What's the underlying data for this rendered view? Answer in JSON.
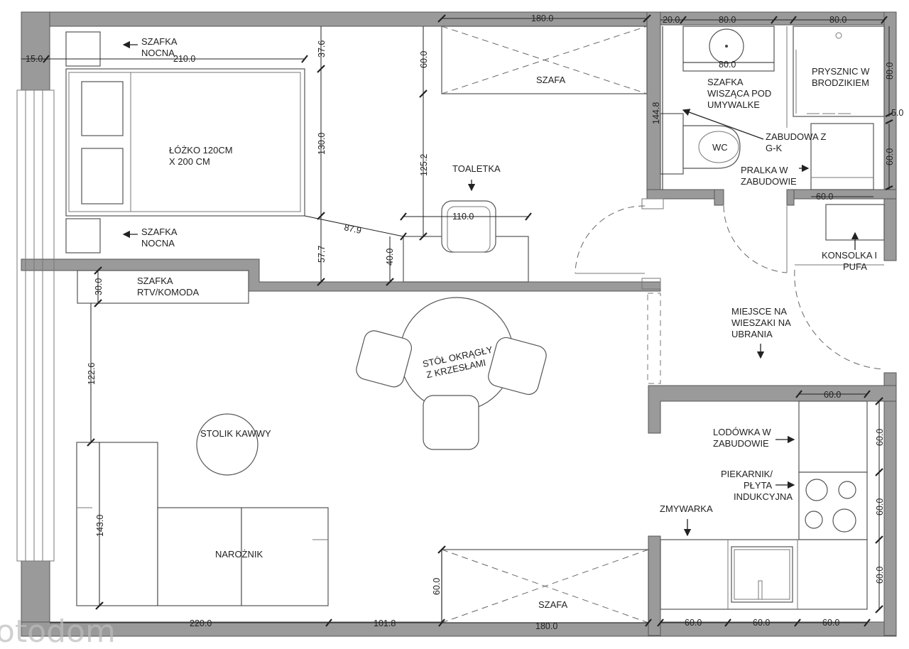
{
  "labels": {
    "szafka_nocna_top": [
      "SZAFKA",
      "NOCNA"
    ],
    "szafka_nocna_bottom": [
      "SZAFKA",
      "NOCNA"
    ],
    "bed": [
      "ŁÓŻKO 120CM",
      "X 200 CM"
    ],
    "szafa_top": "SZAFA",
    "toaletka": "TOALETKA",
    "szafka_wiszaca": [
      "SZAFKA",
      "WISZĄCA POD",
      "UMYWALKE"
    ],
    "prysznic": [
      "PRYSZNIC W",
      "BRODZIKIEM"
    ],
    "zabudowa": [
      "ZABUDOWA Z",
      "G-K"
    ],
    "wc": "WC",
    "pralka": [
      "PRALKA W",
      "ZABUDOWIE"
    ],
    "konsolka": [
      "KONSOLKA I",
      "PUFA"
    ],
    "rtv": [
      "SZAFKA",
      "RTV/KOMODA"
    ],
    "wieszaki": [
      "MIEJSCE NA",
      "WIESZAKI NA",
      "UBRANIA"
    ],
    "stol": [
      "STÓŁ OKRĄGŁY",
      "Z KRZESŁAMI"
    ],
    "stolik": "STOLIK KAWWY",
    "lodowka": [
      "LODÓWKA W",
      "ZABUDOWIE"
    ],
    "piekarnik": [
      "PIEKARNIK/",
      "PŁYTA",
      "INDUKCYJNA"
    ],
    "zmywarka": "ZMYWARKA",
    "naroznik": "NAROŻNIK",
    "szafa_bottom": "SZAFA"
  },
  "dimensions": {
    "top_szafa": "180.0",
    "bath_20": "20.0",
    "bath_80a": "80.0",
    "bath_80b": "80.0",
    "bath_80_right": "80.0",
    "bath_5": "5.0",
    "bath_60_right": "60.0",
    "bath_1448": "144.8",
    "bath_60_pralka": "60.0",
    "sink_80": "80.0",
    "left_15": "15.0",
    "bed_210": "210.0",
    "bed_376": "37.6",
    "bed_130": "130.0",
    "bed_577": "57.7",
    "diag_879": "87.9",
    "szafa_60": "60.0",
    "room_1252": "125.2",
    "toaletka_110": "110.0",
    "toaletka_40": "40.0",
    "rtv_30": "30.0",
    "living_1226": "122.6",
    "sofa_143": "143.0",
    "bottom_220": "220.0",
    "bottom_1018": "101.8",
    "bottom_180": "180.0",
    "szafa_bottom_60": "60.0",
    "kitchen_top_60": "60.0",
    "kitchen_r1": "60.0",
    "kitchen_r2": "60.0",
    "kitchen_r3": "60.0",
    "kitchen_b1": "60.0",
    "kitchen_b2": "60.0",
    "kitchen_b3": "60.0"
  },
  "watermark": "otodom"
}
